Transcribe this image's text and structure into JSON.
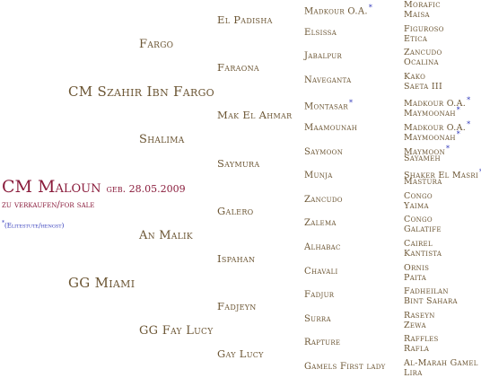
{
  "horse": {
    "name": "CM Maloun",
    "born": "geb. 28.05.2009",
    "sale": "zu verkaufen/for sale",
    "note_mark": "*",
    "note": "(Elitestute/hengst)"
  },
  "sire": "CM Szahir Ibn Fargo",
  "dam": "GG Miami",
  "gen2": [
    "Fargo",
    "Shalima",
    "An Malik",
    "GG Fay Lucy"
  ],
  "gen3": [
    "El Padisha",
    "Faraona",
    "Mak El Ahmar",
    "Saymura",
    "Galero",
    "Ispahan",
    "Fadjeyn",
    "Gay Lucy"
  ],
  "gen4": [
    {
      "name": "Madkour O.A.",
      "star": "*"
    },
    {
      "name": "Elsissa",
      "star": ""
    },
    {
      "name": "Jabalpur",
      "star": ""
    },
    {
      "name": "Naveganta",
      "star": ""
    },
    {
      "name": "Montasar",
      "star": "*"
    },
    {
      "name": "Maamounah",
      "star": ""
    },
    {
      "name": "Saymoon",
      "star": ""
    },
    {
      "name": "Munja",
      "star": ""
    },
    {
      "name": "Zancudo",
      "star": ""
    },
    {
      "name": "Zalema",
      "star": ""
    },
    {
      "name": "Alhabac",
      "star": ""
    },
    {
      "name": "Chavali",
      "star": ""
    },
    {
      "name": "Fadjur",
      "star": ""
    },
    {
      "name": "Surra",
      "star": ""
    },
    {
      "name": "Rapture",
      "star": ""
    },
    {
      "name": "Gamels First lady",
      "star": ""
    }
  ],
  "gen5": [
    {
      "sire": "Morafic",
      "sire_star": "",
      "dam": "Maisa",
      "dam_star": ""
    },
    {
      "sire": "Figuroso",
      "sire_star": "",
      "dam": "Etica",
      "dam_star": ""
    },
    {
      "sire": "Zancudo",
      "sire_star": "",
      "dam": "Ocalina",
      "dam_star": ""
    },
    {
      "sire": "Kako",
      "sire_star": "",
      "dam": "Saeta III",
      "dam_star": ""
    },
    {
      "sire": "Madkour O.A.",
      "sire_star": "*",
      "dam": "Maymoonah",
      "dam_star": "*"
    },
    {
      "sire": "Madkour O.A.",
      "sire_star": "*",
      "dam": "Maymoonah",
      "dam_star": "*"
    },
    {
      "sire": "Maymoon",
      "sire_star": "*",
      "dam": "Sayameh",
      "dam_star": ""
    },
    {
      "sire": "Shaker El Masri",
      "sire_star": "*",
      "dam": "Mastura",
      "dam_star": ""
    },
    {
      "sire": "Congo",
      "sire_star": "",
      "dam": "Yaima",
      "dam_star": ""
    },
    {
      "sire": "Congo",
      "sire_star": "",
      "dam": "Galatife",
      "dam_star": ""
    },
    {
      "sire": "Cairel",
      "sire_star": "",
      "dam": "Kantista",
      "dam_star": ""
    },
    {
      "sire": "Ornis",
      "sire_star": "",
      "dam": "Paita",
      "dam_star": ""
    },
    {
      "sire": "Fadheilan",
      "sire_star": "",
      "dam": "Bint Sahara",
      "dam_star": ""
    },
    {
      "sire": "Raseyn",
      "sire_star": "",
      "dam": "Zewa",
      "dam_star": ""
    },
    {
      "sire": "Raffles",
      "sire_star": "",
      "dam": "Rafla",
      "dam_star": ""
    },
    {
      "sire": "Al-Marah Gamel",
      "sire_star": "",
      "dam": "Lira",
      "dam_star": ""
    }
  ]
}
